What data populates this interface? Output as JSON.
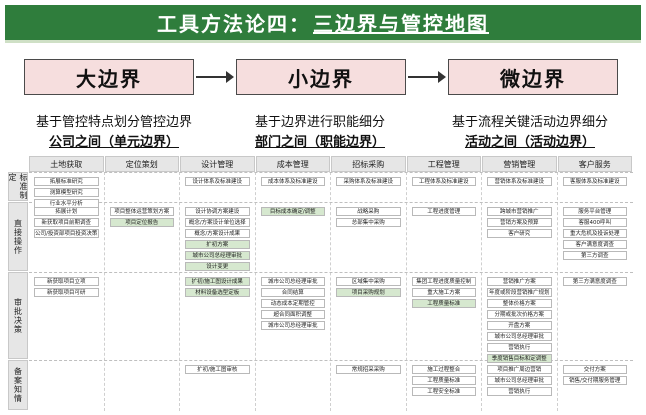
{
  "title": {
    "prefix": "工具方法论四：",
    "highlight": "三边界与管控地图"
  },
  "boundaries": [
    "大边界",
    "小边界",
    "微边界"
  ],
  "descriptions": [
    {
      "line1": "基于管控特点划分管控边界",
      "line2": "公司之间（单元边界）"
    },
    {
      "line1": "基于边界进行职能细分",
      "line2": "部门之间（职能边界）"
    },
    {
      "line1": "基于流程关键活动边界细分",
      "line2": "活动之间（活动边界）"
    }
  ],
  "colors": {
    "title_bg": "#2f7d3c",
    "box_bg": "#f6dede",
    "green_cell": "#d6e8cf"
  },
  "matrix": {
    "columns": [
      "土地获取",
      "定位策划",
      "设计管理",
      "成本管理",
      "招标采购",
      "工程管理",
      "营销管理",
      "客户服务"
    ],
    "rows": [
      "标准制定",
      "直接操作",
      "审批决策",
      "备案知情"
    ],
    "cells": [
      {
        "r": 0,
        "c": 0,
        "i": 0,
        "t": "拓展标准研究",
        "k": ""
      },
      {
        "r": 0,
        "c": 0,
        "i": 1,
        "t": "测算模型研究",
        "k": ""
      },
      {
        "r": 0,
        "c": 0,
        "i": 2,
        "t": "行业水平分析",
        "k": ""
      },
      {
        "r": 0,
        "c": 2,
        "i": 0,
        "t": "设计体系及标准建设",
        "k": ""
      },
      {
        "r": 0,
        "c": 3,
        "i": 0,
        "t": "成本体系及标准建设",
        "k": ""
      },
      {
        "r": 0,
        "c": 4,
        "i": 0,
        "t": "采购体系及标准建设",
        "k": ""
      },
      {
        "r": 0,
        "c": 5,
        "i": 0,
        "t": "工程体系及标准建设",
        "k": ""
      },
      {
        "r": 0,
        "c": 6,
        "i": 0,
        "t": "营销体系及标准建设",
        "k": ""
      },
      {
        "r": 0,
        "c": 7,
        "i": 0,
        "t": "客服体系及标准建设",
        "k": ""
      },
      {
        "r": 1,
        "c": 0,
        "i": 0,
        "t": "拓展计划",
        "k": ""
      },
      {
        "r": 1,
        "c": 0,
        "i": 1,
        "t": "新获取项目前期调查",
        "k": ""
      },
      {
        "r": 1,
        "c": 0,
        "i": 2,
        "t": "公司/投资部项目投资决策",
        "k": ""
      },
      {
        "r": 1,
        "c": 1,
        "i": 0,
        "t": "项目整体运营策划方案",
        "k": ""
      },
      {
        "r": 1,
        "c": 1,
        "i": 1,
        "t": "项目定位报告",
        "k": "g"
      },
      {
        "r": 1,
        "c": 2,
        "i": 0,
        "t": "设计协调方案建设",
        "k": ""
      },
      {
        "r": 1,
        "c": 2,
        "i": 1,
        "t": "概念/方案设计单位选择",
        "k": ""
      },
      {
        "r": 1,
        "c": 2,
        "i": 2,
        "t": "概念/方案设计成果",
        "k": ""
      },
      {
        "r": 1,
        "c": 2,
        "i": 3,
        "t": "扩初方案",
        "k": "g"
      },
      {
        "r": 1,
        "c": 2,
        "i": 4,
        "t": "城市公司总经理审批",
        "k": "g"
      },
      {
        "r": 1,
        "c": 2,
        "i": 5,
        "t": "设计变更",
        "k": "g"
      },
      {
        "r": 1,
        "c": 3,
        "i": 0,
        "t": "目标成本确定/调整",
        "k": "g"
      },
      {
        "r": 1,
        "c": 4,
        "i": 0,
        "t": "战略采购",
        "k": ""
      },
      {
        "r": 1,
        "c": 4,
        "i": 1,
        "t": "总部集中采购",
        "k": ""
      },
      {
        "r": 1,
        "c": 5,
        "i": 0,
        "t": "工程进度管理",
        "k": ""
      },
      {
        "r": 1,
        "c": 6,
        "i": 0,
        "t": "跨城市营销推广",
        "k": ""
      },
      {
        "r": 1,
        "c": 6,
        "i": 1,
        "t": "营销方案及预算",
        "k": ""
      },
      {
        "r": 1,
        "c": 6,
        "i": 2,
        "t": "客户研究",
        "k": ""
      },
      {
        "r": 1,
        "c": 7,
        "i": 0,
        "t": "服务平台管理",
        "k": ""
      },
      {
        "r": 1,
        "c": 7,
        "i": 1,
        "t": "客服400呼叫",
        "k": ""
      },
      {
        "r": 1,
        "c": 7,
        "i": 2,
        "t": "重大危机及投诉处理",
        "k": ""
      },
      {
        "r": 1,
        "c": 7,
        "i": 3,
        "t": "客户满意度调查",
        "k": ""
      },
      {
        "r": 1,
        "c": 7,
        "i": 4,
        "t": "第三方调查",
        "k": ""
      },
      {
        "r": 2,
        "c": 0,
        "i": 0,
        "t": "新获取项目立项",
        "k": ""
      },
      {
        "r": 2,
        "c": 0,
        "i": 1,
        "t": "新获取项目可研",
        "k": ""
      },
      {
        "r": 2,
        "c": 2,
        "i": 0,
        "t": "扩初/施工图设计成果",
        "k": "g"
      },
      {
        "r": 2,
        "c": 2,
        "i": 1,
        "t": "材料设备选型定板",
        "k": "g"
      },
      {
        "r": 2,
        "c": 3,
        "i": 0,
        "t": "城市公司总经理审批",
        "k": ""
      },
      {
        "r": 2,
        "c": 3,
        "i": 1,
        "t": "合同结算",
        "k": ""
      },
      {
        "r": 2,
        "c": 3,
        "i": 2,
        "t": "动态成本定期管控",
        "k": ""
      },
      {
        "r": 2,
        "c": 3,
        "i": 3,
        "t": "超合同面积调整",
        "k": ""
      },
      {
        "r": 2,
        "c": 3,
        "i": 4,
        "t": "城市公司总经理审批",
        "k": ""
      },
      {
        "r": 2,
        "c": 4,
        "i": 0,
        "t": "区域集中采购",
        "k": ""
      },
      {
        "r": 2,
        "c": 4,
        "i": 1,
        "t": "项目采购规划",
        "k": "g"
      },
      {
        "r": 2,
        "c": 5,
        "i": 0,
        "t": "集团工程进度质量控制",
        "k": ""
      },
      {
        "r": 2,
        "c": 5,
        "i": 1,
        "t": "重大施工方案",
        "k": ""
      },
      {
        "r": 2,
        "c": 5,
        "i": 2,
        "t": "工程质量标准",
        "k": "g"
      },
      {
        "r": 2,
        "c": 6,
        "i": 0,
        "t": "营销推广方案",
        "k": ""
      },
      {
        "r": 2,
        "c": 6,
        "i": 1,
        "t": "年度或阶段营销推广规划",
        "k": ""
      },
      {
        "r": 2,
        "c": 6,
        "i": 2,
        "t": "整体价格方案",
        "k": ""
      },
      {
        "r": 2,
        "c": 6,
        "i": 3,
        "t": "分期或批次价格方案",
        "k": ""
      },
      {
        "r": 2,
        "c": 6,
        "i": 4,
        "t": "开盘方案",
        "k": ""
      },
      {
        "r": 2,
        "c": 6,
        "i": 5,
        "t": "城市公司总经理审批",
        "k": ""
      },
      {
        "r": 2,
        "c": 6,
        "i": 6,
        "t": "营销执行",
        "k": ""
      },
      {
        "r": 2,
        "c": 6,
        "i": 7,
        "t": "季度销售目标和定调整",
        "k": "g"
      },
      {
        "r": 2,
        "c": 7,
        "i": 0,
        "t": "第三方满意度调查",
        "k": ""
      },
      {
        "r": 3,
        "c": 2,
        "i": 0,
        "t": "扩初/施工图审核",
        "k": ""
      },
      {
        "r": 3,
        "c": 4,
        "i": 0,
        "t": "常规招采采购",
        "k": ""
      },
      {
        "r": 3,
        "c": 5,
        "i": 0,
        "t": "施工过程整合",
        "k": ""
      },
      {
        "r": 3,
        "c": 5,
        "i": 1,
        "t": "工程质量标准",
        "k": ""
      },
      {
        "r": 3,
        "c": 5,
        "i": 2,
        "t": "工程安全标准",
        "k": ""
      },
      {
        "r": 3,
        "c": 6,
        "i": 0,
        "t": "项目推广周边营销",
        "k": ""
      },
      {
        "r": 3,
        "c": 6,
        "i": 1,
        "t": "城市公司总经理审批",
        "k": ""
      },
      {
        "r": 3,
        "c": 6,
        "i": 2,
        "t": "营销执行",
        "k": ""
      },
      {
        "r": 3,
        "c": 7,
        "i": 0,
        "t": "交付方案",
        "k": ""
      },
      {
        "r": 3,
        "c": 7,
        "i": 1,
        "t": "销售/交付期服务管理",
        "k": ""
      }
    ]
  }
}
